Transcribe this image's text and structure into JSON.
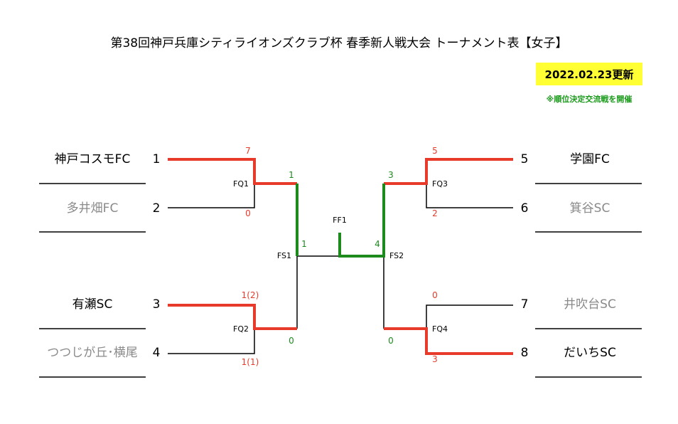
{
  "title": "第38回神戸兵庫シティライオンズクラブ杯 春季新人戦大会 トーナメント表【女子】",
  "updated": "2022.02.23更新",
  "note": "※順位決定交流戦を開催",
  "colors": {
    "win_red": "#e83a2a",
    "win_green": "#1d8a1d",
    "badge": "#ffff33",
    "line": "#000000",
    "loser_text": "#8a8a8a"
  },
  "teams": [
    {
      "name": "神戸コスモFC",
      "seed": "1",
      "winner": true
    },
    {
      "name": "多井畑FC",
      "seed": "2",
      "winner": false
    },
    {
      "name": "有瀬SC",
      "seed": "3",
      "winner": true
    },
    {
      "name": "つつじが丘･横尾",
      "seed": "4",
      "winner": false
    },
    {
      "name": "学園FC",
      "seed": "5",
      "winner": true
    },
    {
      "name": "箕谷SC",
      "seed": "6",
      "winner": false
    },
    {
      "name": "井吹台SC",
      "seed": "7",
      "winner": false
    },
    {
      "name": "だいちSC",
      "seed": "8",
      "winner": true
    }
  ],
  "matches": [
    {
      "code": "FQ1",
      "scores": [
        "7",
        "0"
      ],
      "next_score": "1"
    },
    {
      "code": "FQ2",
      "scores": [
        "1(2)",
        "1(1)"
      ],
      "next_score": "0"
    },
    {
      "code": "FQ3",
      "scores": [
        "5",
        "2"
      ],
      "next_score": "3"
    },
    {
      "code": "FQ4",
      "scores": [
        "0",
        "3"
      ],
      "next_score": "0"
    },
    {
      "code": "FS1",
      "next_score": "1"
    },
    {
      "code": "FS2",
      "next_score": "4"
    },
    {
      "code": "FF1"
    }
  ]
}
